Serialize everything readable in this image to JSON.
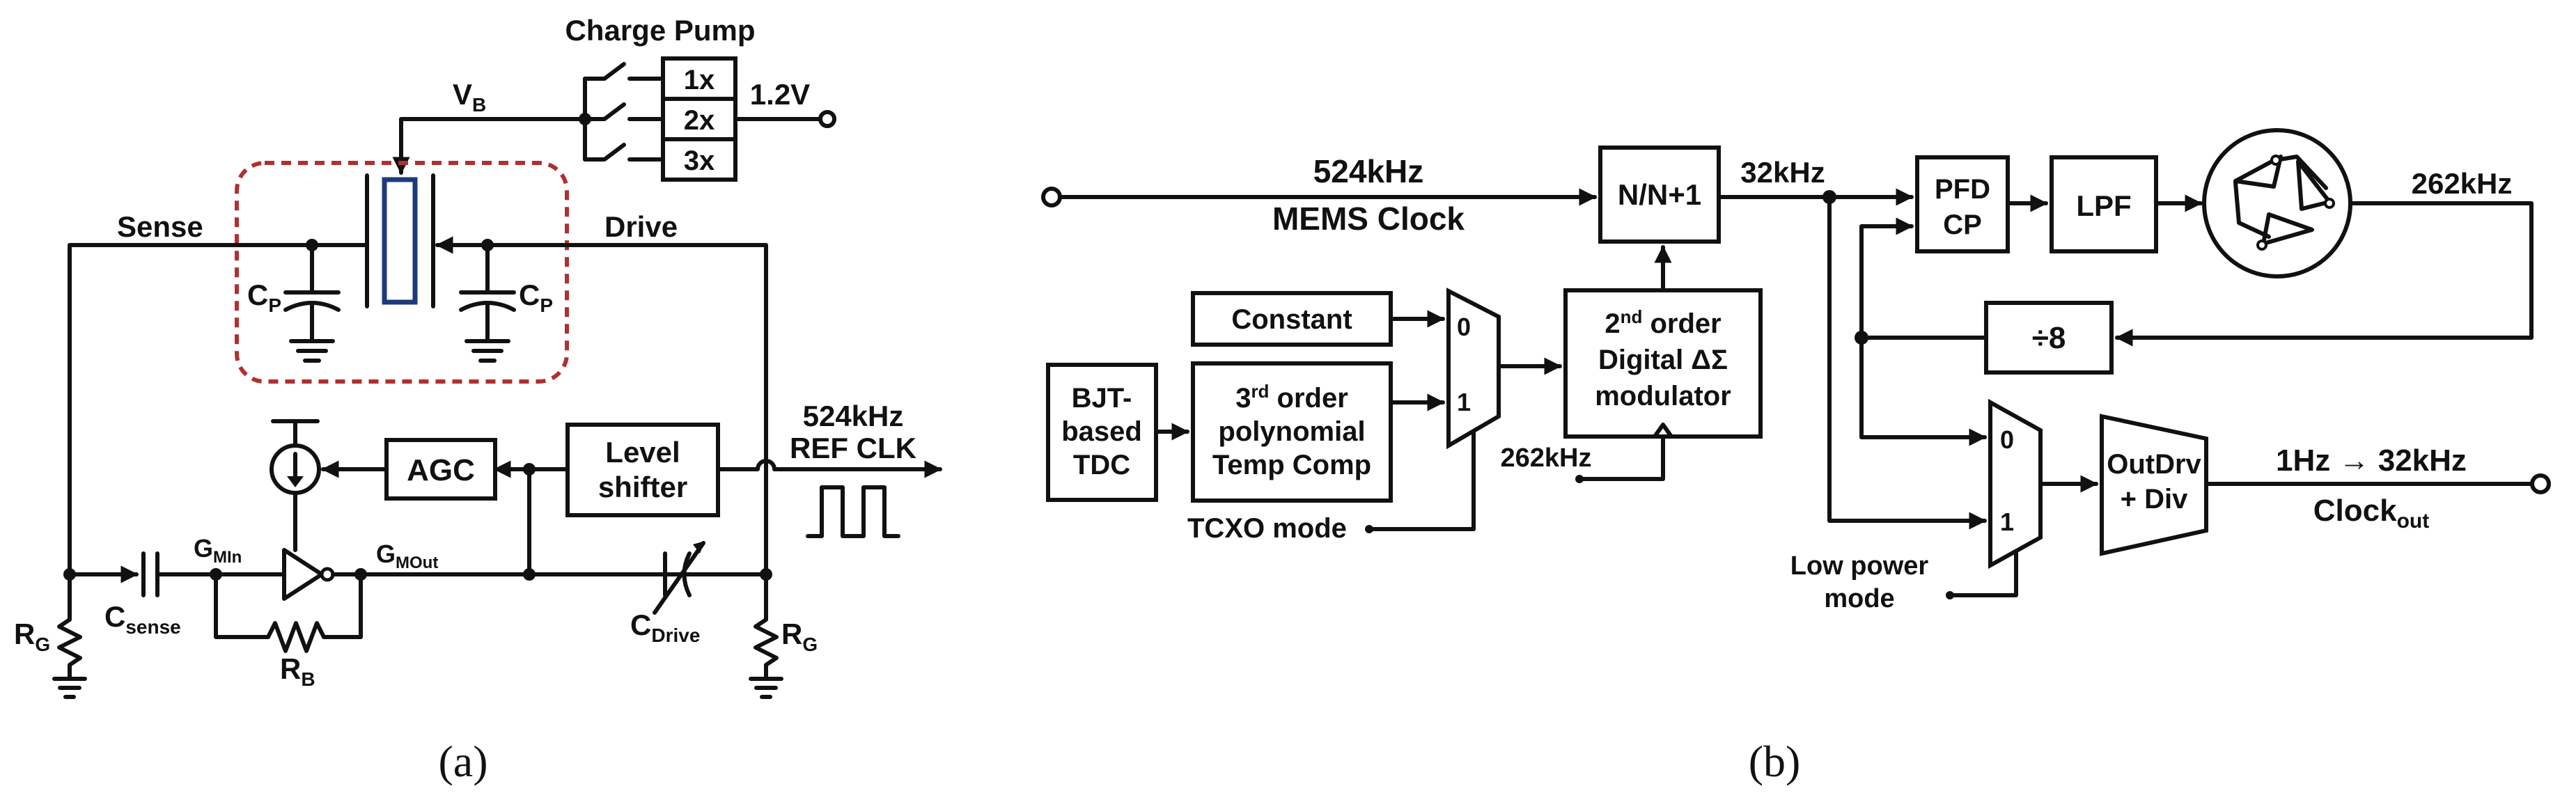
{
  "panel_a": {
    "caption": "(a)",
    "charge_pump": {
      "title": "Charge Pump",
      "opts": [
        "1x",
        "2x",
        "3x"
      ],
      "supply": "1.2V"
    },
    "vb": {
      "main": "V",
      "sub": "B"
    },
    "sense": "Sense",
    "drive": "Drive",
    "cp_left": {
      "main": "C",
      "sub": "P"
    },
    "cp_right": {
      "main": "C",
      "sub": "P"
    },
    "ref_clk": {
      "line1": "524kHz",
      "line2": "REF CLK"
    },
    "agc": "AGC",
    "level_shifter": {
      "line1": "Level",
      "line2": "shifter"
    },
    "gmin": {
      "main": "G",
      "sub": "MIn"
    },
    "gmout": {
      "main": "G",
      "sub": "MOut"
    },
    "csense": {
      "main": "C",
      "sub": "sense"
    },
    "cdrive": {
      "main": "C",
      "sub": "Drive"
    },
    "rb": {
      "main": "R",
      "sub": "B"
    },
    "rg_left": {
      "main": "R",
      "sub": "G"
    },
    "rg_right": {
      "main": "R",
      "sub": "G"
    }
  },
  "panel_b": {
    "caption": "(b)",
    "mems_freq": "524kHz",
    "mems_label": "MEMS Clock",
    "divider": "N/N+1",
    "freq_32k": "32kHz",
    "pfd": {
      "line1": "PFD",
      "line2": "CP"
    },
    "lpf": "LPF",
    "vco_freq": "262kHz",
    "div8": "÷8",
    "constant": "Constant",
    "bjt": {
      "line1": "BJT-",
      "line2": "based",
      "line3": "TDC"
    },
    "poly": {
      "line1_num": "3",
      "line1_sup": "rd",
      "line1_rest": " order",
      "line2": "polynomial",
      "line3": "Temp Comp"
    },
    "mux1": {
      "in0": "0",
      "in1": "1"
    },
    "dsm": {
      "line1_num": "2",
      "line1_sup": "nd",
      "line1_rest": " order",
      "line2": "Digital ΔΣ",
      "line3": "modulator"
    },
    "dsm_clk": "262kHz",
    "tcxo": "TCXO mode",
    "mux2": {
      "in0": "0",
      "in1": "1"
    },
    "low_power": {
      "line1": "Low power",
      "line2": "mode"
    },
    "outdrv": {
      "line1": "OutDrv",
      "line2": "+ Div"
    },
    "out_freq": "1Hz → 32kHz",
    "clock_out": {
      "main": "Clock",
      "sub": "out"
    }
  }
}
